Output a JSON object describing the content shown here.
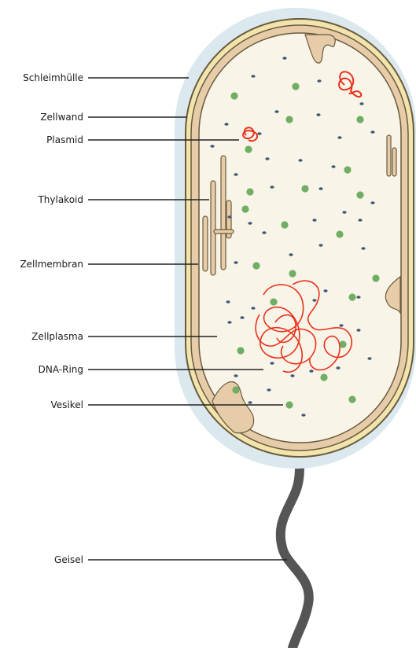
{
  "labels": {
    "schleimhuelle": "Schleimhülle",
    "zellwand": "Zellwand",
    "plasmid": "Plasmid",
    "thylakoid": "Thylakoid",
    "zellmembran": "Zellmembran",
    "zellplasma": "Zellplasma",
    "dna_ring": "DNA-Ring",
    "vesikel": "Vesikel",
    "geisel": "Geisel"
  },
  "colors": {
    "capsule": "#dbe9ef",
    "cell_wall": "#f2e4ad",
    "membrane": "#e7ccaa",
    "cytoplasm": "#f8f4e7",
    "outline": "#6a5a3c",
    "dna": "#e8321e",
    "vesicle": "#6fae63",
    "ribosome": "#3f5a78",
    "flagellum": "#555555",
    "leader_line": "#222222"
  }
}
